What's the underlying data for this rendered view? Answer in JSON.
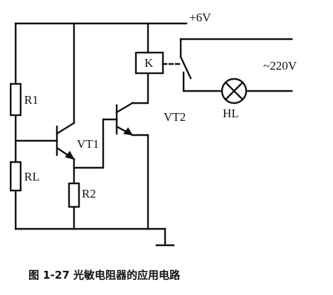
{
  "diagram": {
    "supply_label": "+6V",
    "ac_label": "~220V",
    "caption": "图 1-27    光敏电阻器的应用电路",
    "components": {
      "r1": "R1",
      "rl": "RL",
      "r2": "R2",
      "vt1": "VT1",
      "vt2": "VT2",
      "relay": "K",
      "lamp": "HL"
    }
  }
}
